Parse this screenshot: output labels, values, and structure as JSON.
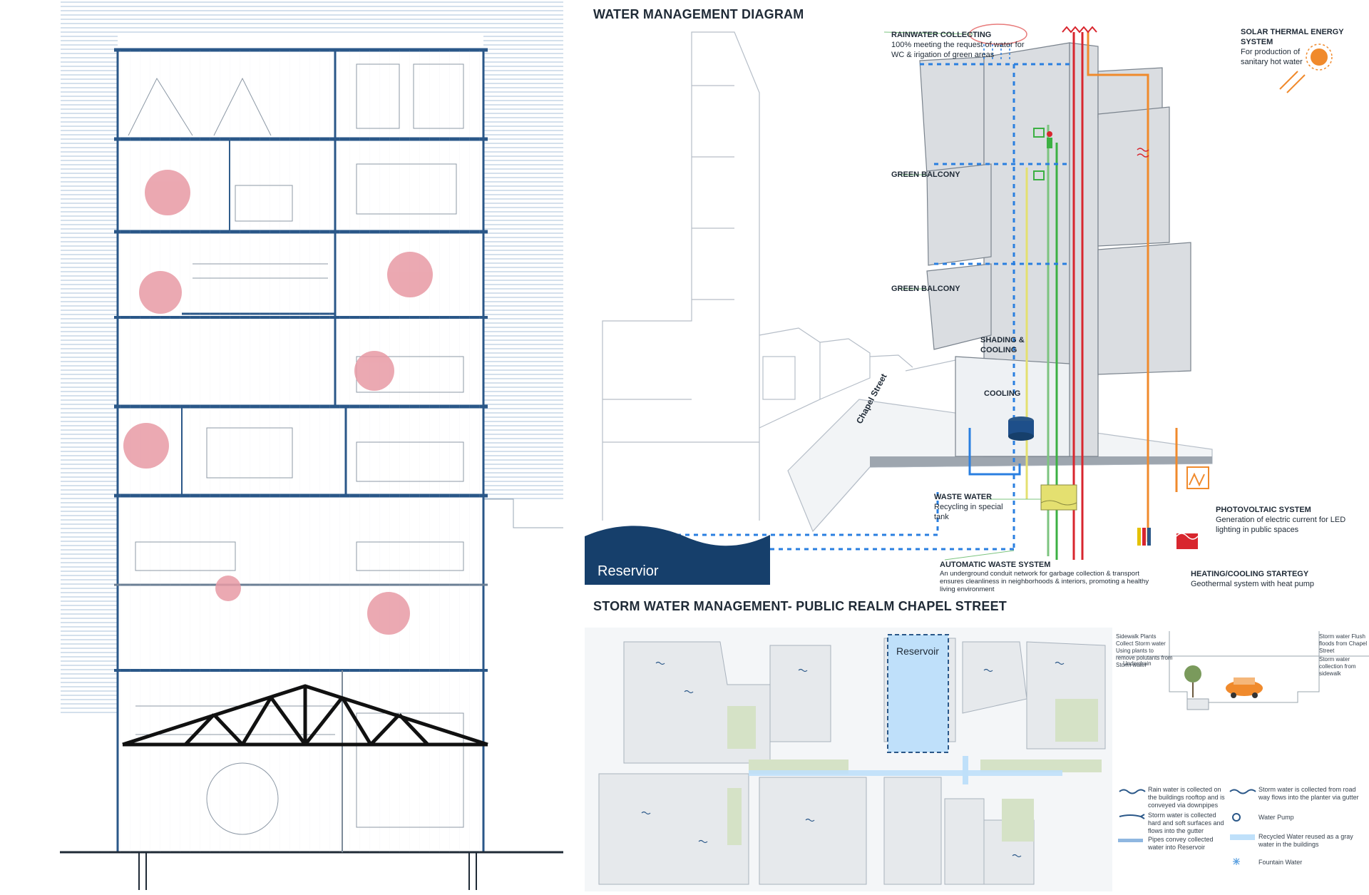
{
  "water_diagram": {
    "title": "WATER MANAGEMENT DIAGRAM",
    "labels": {
      "rainwater": {
        "title": "RAINWATER COLLECTING",
        "desc": "100% meeting the request of water for WC & irigation of green areas"
      },
      "solar": {
        "title": "SOLAR THERMAL ENERGY SYSTEM",
        "desc": "For production of sanitary hot water"
      },
      "green_balcony_1": {
        "title": "GREEN BALCONY"
      },
      "green_balcony_2": {
        "title": "GREEN BALCONY"
      },
      "shading": {
        "title": "SHADING & COOLING"
      },
      "cooling": {
        "title": "COOLING"
      },
      "street": {
        "title": "Chapel Street"
      },
      "waste_water": {
        "title": "WASTE WATER",
        "desc": "Recycling in special tank"
      },
      "photovoltaic": {
        "title": "PHOTOVOLTAIC SYSTEM",
        "desc": "Generation of electric current for LED lighting in public spaces"
      },
      "auto_waste": {
        "title": "AUTOMATIC WASTE SYSTEM",
        "desc": "An underground conduit network for garbage collection & transport ensures cleanliness in neighborhoods & interiors, promoting a healthy living environment"
      },
      "heating": {
        "title": "HEATING/COOLING STARTEGY",
        "desc": "Geothermal system with heat pump"
      },
      "reservoir": {
        "title": "Reservior"
      }
    }
  },
  "storm_diagram": {
    "title": "STORM WATER MANAGEMENT- PUBLIC REALM CHAPEL STREET",
    "reservoir_label": "Reservoir",
    "section_labels": {
      "sidewalk": "Sidewalk Plants Collect Storm water Using plants to remove polutants from Storm water",
      "underdrain": "Underdrain",
      "flush_floods": "Storm water Flush floods from Chapel Street",
      "collection": "Storm water collection from sidewalk"
    },
    "legend": [
      {
        "icon": "wave-icon",
        "text": "Rain water is collected on the buildings rooftop and is conveyed via downpipes"
      },
      {
        "icon": "wave-arrow-icon",
        "text": "Storm water is collected from road way flows into the planter via gutter"
      },
      {
        "icon": "arrow-icon",
        "text": "Storm water is collected hard and soft surfaces and flows into the gutter"
      },
      {
        "icon": "pump-icon",
        "text": "Water Pump"
      },
      {
        "icon": "pipe-arrow-icon",
        "text": "Pipes convey collected water into Reservoir"
      },
      {
        "icon": "recycle-bar-icon",
        "text": "Recycled Water reused as a gray water in the buildings"
      },
      {
        "icon": "fountain-icon",
        "text": "Fountain Water"
      }
    ]
  },
  "colors": {
    "section_blue": "#2a5788",
    "hatch_blue": "#b7cde2",
    "tree_pink": "#e89aa4",
    "dark_text": "#1f2a36",
    "water_blue": "#2a7fe0",
    "reservoir_navy": "#163f6b",
    "green_line": "#3cb043",
    "red_line": "#d8262e",
    "orange_line": "#f08a2c",
    "yellow_line": "#e4e070"
  }
}
